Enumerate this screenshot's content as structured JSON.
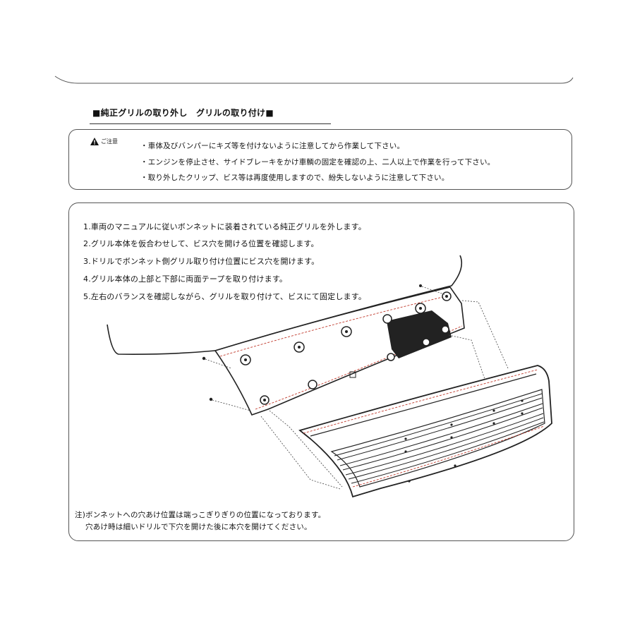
{
  "section": {
    "heading": "■純正グリルの取り外し　グリルの取り付け■"
  },
  "caution": {
    "icon": "warning-triangle-icon",
    "label": "ご注意",
    "lines": [
      "・車体及びバンパーにキズ等を付けないように注意してから作業して下さい。",
      "・エンジンを停止させ、サイドブレーキをかけ車輌の固定を確認の上、二人以上で作業を行って下さい。",
      "・取り外したクリップ、ビス等は再度使用しますので、紛失しないように注意して下さい。"
    ]
  },
  "procedure": {
    "steps": [
      "1.車両のマニュアルに従いボンネットに装着されている純正グリルを外します。",
      "2.グリル本体を仮合わせして、ビス穴を開ける位置を確認します。",
      "3.ドリルでボンネット側グリル取り付け位置にビス穴を開けます。",
      "4.グリル本体の上部と下部に両面テープを取り付けます。",
      "5.左右のバランスを確認しながら、グリルを取り付けて、ビスにて固定します。"
    ],
    "notes": [
      "注)ボンネットへの穴あけ位置は端っこぎりぎりの位置になっております。",
      "穴あけ時は細いドリルで下穴を開けた後に本穴を開けてください。"
    ]
  },
  "colors": {
    "line": "#222222",
    "red_dash": "#c0392b",
    "box_border": "#555555"
  }
}
